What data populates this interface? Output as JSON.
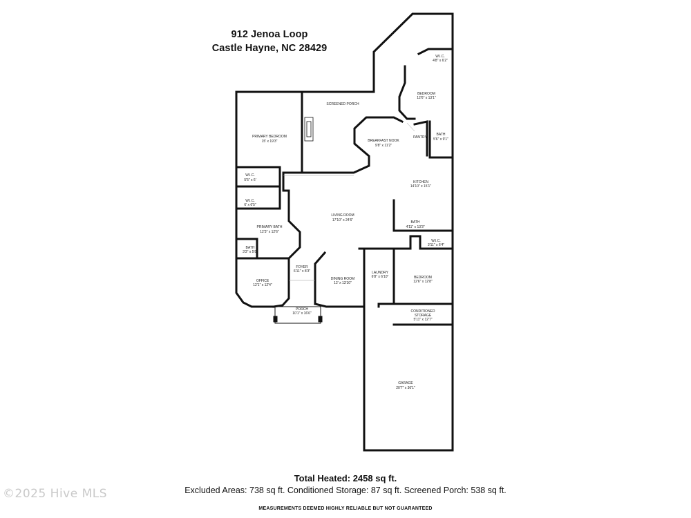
{
  "header": {
    "address_line1": "912 Jenoa Loop",
    "address_line2": "Castle Hayne, NC 28429"
  },
  "rooms": [
    {
      "name": "SCREENED PORCH"
    },
    {
      "name": "PRIMARY BEDROOM",
      "dims": "15' x 19'3\""
    },
    {
      "name": "BREAKFAST NOOK",
      "dims": "9'8\" x 11'2\""
    },
    {
      "name": "BEDROOM",
      "dims": "12'6\" x 13'1\""
    },
    {
      "name": "W.I.C.",
      "dims": "4'8\" x 6'2\""
    },
    {
      "name": "PANTRY"
    },
    {
      "name": "BATH",
      "dims": "5'6\" x 9'1\""
    },
    {
      "name": "W.I.C.",
      "dims": "5'5\" x 6'"
    },
    {
      "name": "W.I.C.",
      "dims": "6' x 6'5\""
    },
    {
      "name": "KITCHEN",
      "dims": "14'10\" x 15'1\""
    },
    {
      "name": "LIVING ROOM",
      "dims": "17'10\" x 24'6\""
    },
    {
      "name": "PRIMARY BATH",
      "dims": "12'3\" x 12'6\""
    },
    {
      "name": "BATH",
      "dims": "4'11\" x 13'3\""
    },
    {
      "name": "W.I.C.",
      "dims": "3'11\" x 6'4\""
    },
    {
      "name": "BATH",
      "dims": "3'3\" x 5'8\""
    },
    {
      "name": "FOYER",
      "dims": "6'11\" x 8'3\""
    },
    {
      "name": "LAUNDRY",
      "dims": "6'8\" x 6'10\""
    },
    {
      "name": "BEDROOM",
      "dims": "12'6\" x 12'8\""
    },
    {
      "name": "OFFICE",
      "dims": "12'1\" x 12'4\""
    },
    {
      "name": "DINING ROOM",
      "dims": "12' x 13'10\""
    },
    {
      "name": "PORCH",
      "dims": "10'1\" x 16'6\""
    },
    {
      "name": "CONDITIONED STORAGE",
      "dims": "5'11\" x 12'7\""
    },
    {
      "name": "GARAGE",
      "dims": "20'7\" x 36'1\""
    }
  ],
  "footer": {
    "total_heated": "Total Heated: 2458 sq ft.",
    "excluded": "Excluded Areas: 738 sq ft. Conditioned Storage: 87 sq ft. Screened Porch: 538 sq ft.",
    "disclaimer": "MEASUREMENTS DEEMED HIGHLY RELIABLE BUT NOT GUARANTEED",
    "watermark": "©2025 Hive MLS"
  }
}
